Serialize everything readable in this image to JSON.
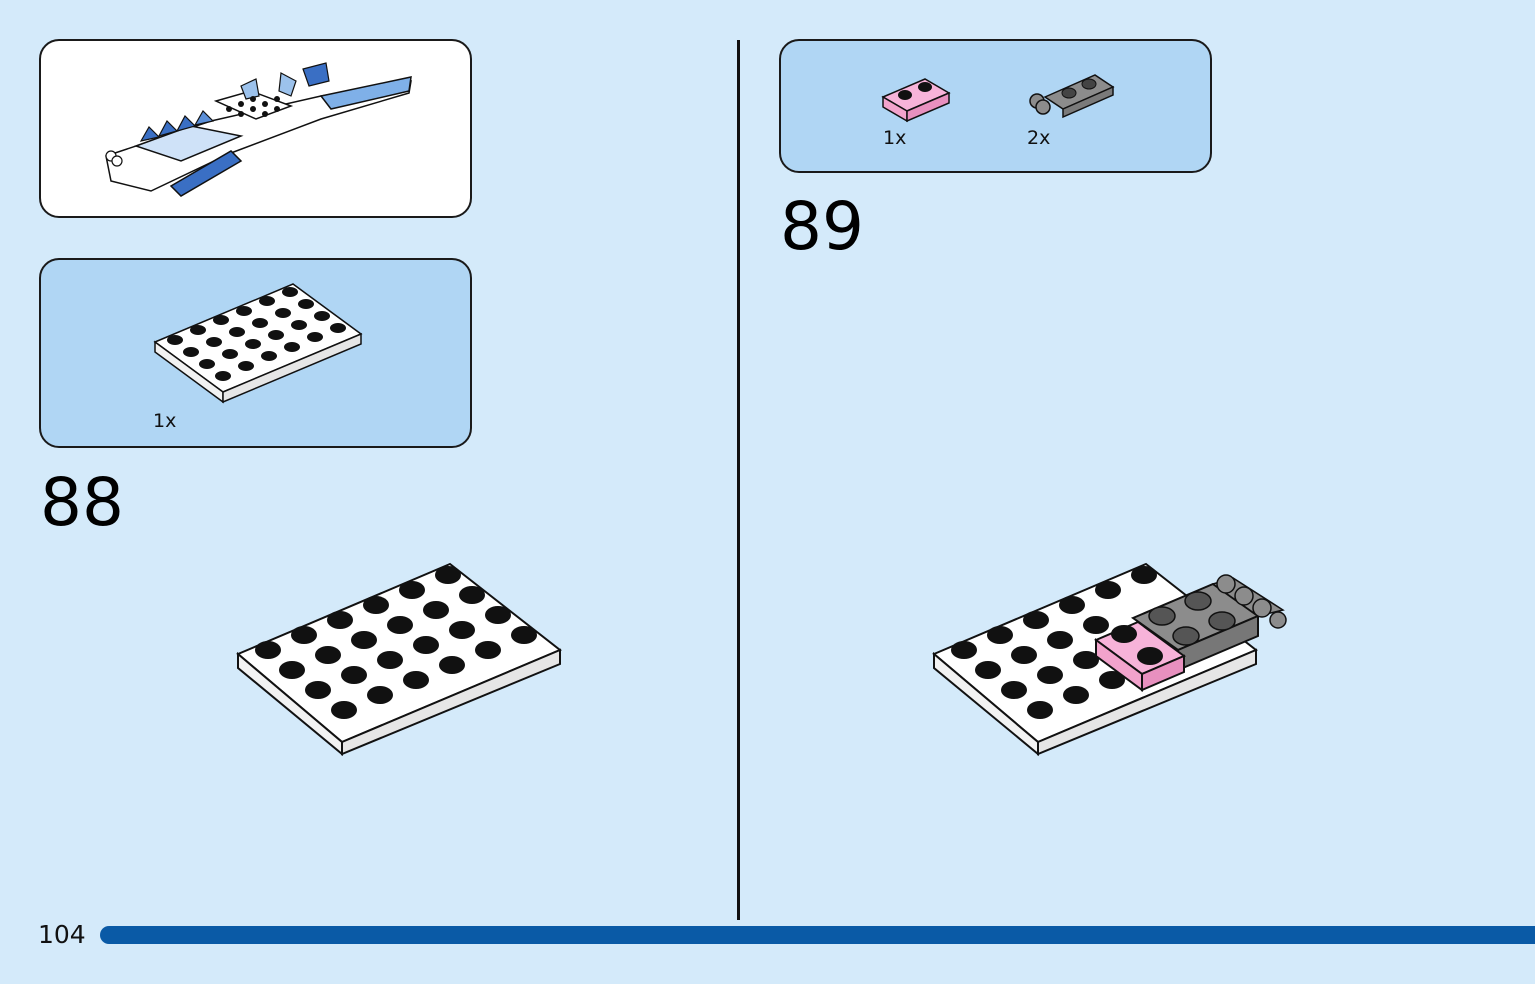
{
  "page_number": "104",
  "progress_percent": 100,
  "colors": {
    "background": "#d4eafa",
    "parts_box": "#b0d6f4",
    "progress_bar": "#0a5aa6",
    "brick_white": "#ffffff",
    "brick_pink": "#f7b3d9",
    "brick_gray": "#8c8c8c"
  },
  "left": {
    "submodel_preview": {
      "icon": "wing-submodel-icon"
    },
    "parts_list": [
      {
        "icon": "white-plate-4x6-icon",
        "qty": "1x"
      }
    ],
    "step_number": "88",
    "build_image": {
      "icon": "white-plate-4x6-build-icon"
    }
  },
  "right": {
    "parts_list": [
      {
        "icon": "pink-plate-1x2-icon",
        "qty": "1x"
      },
      {
        "icon": "gray-hinge-plate-1x2-icon",
        "qty": "2x"
      }
    ],
    "step_number": "89",
    "build_image": {
      "icon": "plate-with-pink-and-gray-bricks-icon"
    }
  }
}
